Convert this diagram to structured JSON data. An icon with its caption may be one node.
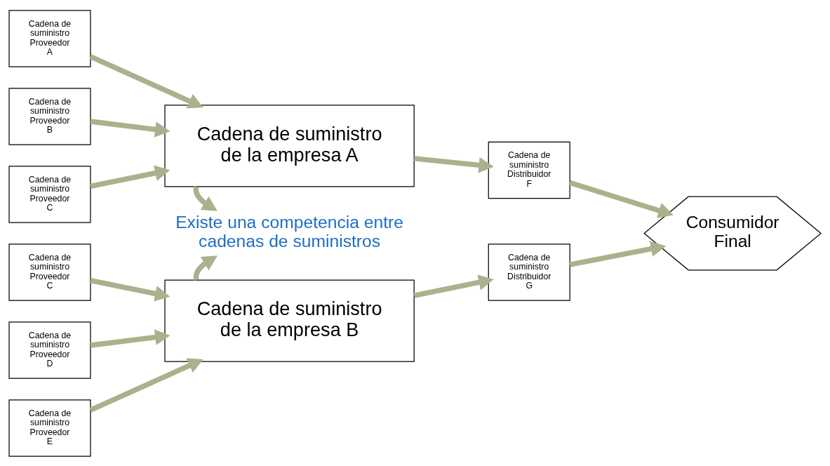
{
  "diagram": {
    "nodes": [
      {
        "text": [
          "Cadena de suministro Proveedor A"
        ]
      },
      {
        "text": [
          "Cadena de suministro Proveedor B"
        ]
      },
      {
        "text": [
          "Cadena de suministro Proveedor C"
        ]
      },
      {
        "text": [
          "Cadena de suministro de la empresa A"
        ]
      },
      {
        "text": [
          "Cadena de suministro Distribuidor F"
        ]
      },
      {
        "text": [
          "Existe una competencia entre cadenas de suministros"
        ]
      },
      {
        "text": [
          "Consumidor Final"
        ]
      },
      {
        "text": [
          "Cadena de suministro Proveedor C"
        ]
      },
      {
        "text": [
          "Cadena de suministro Proveedor D"
        ]
      },
      {
        "text": [
          "Cadena de suministro Proveedor E"
        ]
      },
      {
        "text": [
          "Cadena de suministro de la empresa B"
        ]
      },
      {
        "text": [
          "Cadena de suministro Distribuidor G"
        ]
      }
    ],
    "edges": [
      {
        "from": 0,
        "to": 3,
        "arrow": "to"
      },
      {
        "from": 1,
        "to": 3,
        "arrow": "to"
      },
      {
        "from": 2,
        "to": 3,
        "arrow": "to"
      },
      {
        "from": 3,
        "to": 4,
        "arrow": "to"
      },
      {
        "from": 3,
        "to": 5,
        "arrow": "to"
      },
      {
        "from": 4,
        "to": 6,
        "arrow": "to"
      },
      {
        "from": 7,
        "to": 10,
        "arrow": "to"
      },
      {
        "from": 8,
        "to": 10,
        "arrow": "to"
      },
      {
        "from": 9,
        "to": 10,
        "arrow": "to"
      },
      {
        "from": 10,
        "to": 5,
        "arrow": "to"
      },
      {
        "from": 10,
        "to": 11,
        "arrow": "to"
      },
      {
        "from": 11,
        "to": 6,
        "arrow": "to"
      }
    ]
  }
}
